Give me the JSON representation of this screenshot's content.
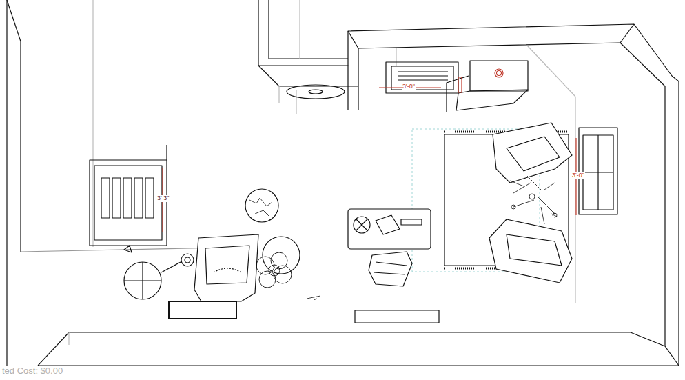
{
  "diagram": {
    "labels": [
      "3'-0\"",
      "3' 3\"",
      "3'-0\"",
      "ted Cost: $0.00"
    ]
  }
}
